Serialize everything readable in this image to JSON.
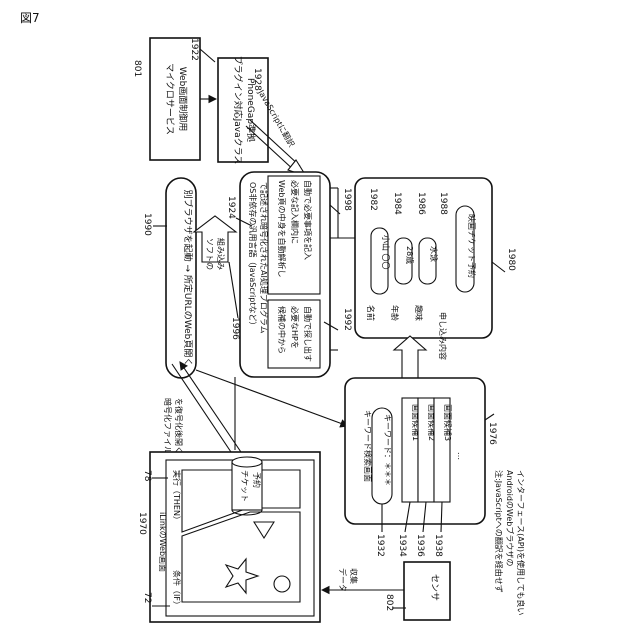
{
  "figure_label": "図7",
  "refs": {
    "r801": "801",
    "r1922": "1922",
    "r1928": "1928",
    "r1990": "1990",
    "r1924": "1924",
    "r1998": "1998",
    "r1982": "1982",
    "r1984": "1984",
    "r1986": "1986",
    "r1988": "1988",
    "r1980": "1980",
    "r1996": "1996",
    "r1992": "1992",
    "r1970": "1970",
    "r78": "78",
    "r72": "72",
    "r1976": "1976",
    "r1932": "1932",
    "r1934": "1934",
    "r1936": "1936",
    "r1938": "1938",
    "r802": "802"
  },
  "micro_service": {
    "line1": "Web画面制御用",
    "line2": "マイクロサービス"
  },
  "phonegap_class": {
    "line1": "PhoneGap準拠",
    "line2": "プラグイン対応Javaクラス"
  },
  "translate_label": "JavaScriptに翻訳",
  "browser_bar": {
    "label": "別ブラウザを起動 → 所定URLのWeb頁開く"
  },
  "soft_embed": {
    "line1": "ソフトの",
    "line2": "組み込み"
  },
  "os_program": {
    "title1": "OS非依存の汎用言語（JavaScriptなど）",
    "title2": "で記述され暗号化されたAI処理プログラム",
    "left1": "候補の中から",
    "left2": "必要なHPを",
    "left3": "自動で探し出す",
    "right1": "Web頁の中身を自動解析し",
    "right2": "必要な記入欄内に",
    "right3": "自動で必要事項を記入"
  },
  "form": {
    "name_label": "名前",
    "name_value": "小山 〇〇",
    "age_label": "年齢",
    "age_value": "28歳",
    "hobby_label": "趣味",
    "hobby_value": "水泳",
    "content_label": "申し込み内容",
    "content_value": "映画チケット予約"
  },
  "ilink_screen": {
    "title": "iLinkのWeb画面",
    "condition": "条件（IF）",
    "execute": "実行（THEN）",
    "ticket1": "チケット",
    "ticket2": "予約"
  },
  "decrypt_note": {
    "line1": "暗号化ファイル",
    "line2": "を復号化後開く"
  },
  "keyword_screen": {
    "title": "キーワード検索画面",
    "input": "キーワード：＊＊＊",
    "candidates": [
      "画面候補1",
      "画面候補2",
      "画面候補3"
    ],
    "more": "…"
  },
  "data_collect": {
    "line1": "データ",
    "line2": "収集"
  },
  "sensor": {
    "label": "センサ"
  },
  "footnote": {
    "line1": "注:JavaScriptへの翻訳を経由せず",
    "line2": "AndroidのWebブラウザの",
    "line3": "インターフェース(API)を使用しても良い"
  }
}
